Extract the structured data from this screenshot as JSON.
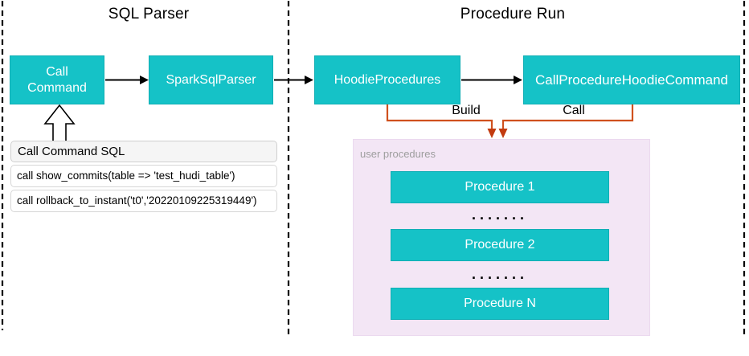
{
  "titles": {
    "sql_parser": "SQL Parser",
    "procedure_run": "Procedure Run"
  },
  "nodes": {
    "call_command": "Call Command",
    "spark_sql_parser": "SparkSqlParser",
    "hoodie_procedures": "HoodieProcedures",
    "call_procedure_hoodie_command": "CallProcedureHoodieCommand"
  },
  "edge_labels": {
    "build": "Build",
    "call": "Call"
  },
  "sql_box": {
    "header": "Call Command SQL",
    "rows": [
      "call show_commits(table => 'test_hudi_table')",
      "call rollback_to_instant('t0','20220109225319449')"
    ]
  },
  "user_procedures": {
    "label": "user procedures",
    "items": [
      "Procedure 1",
      "Procedure 2",
      "Procedure N"
    ],
    "ellipsis": "......."
  },
  "colors": {
    "node_teal": "#15C2C7",
    "edge_orange": "#D0511E",
    "arrowhead_red": "#C23B10",
    "panel_pink": "#F3E6F5",
    "dashed_border": "#000000"
  }
}
